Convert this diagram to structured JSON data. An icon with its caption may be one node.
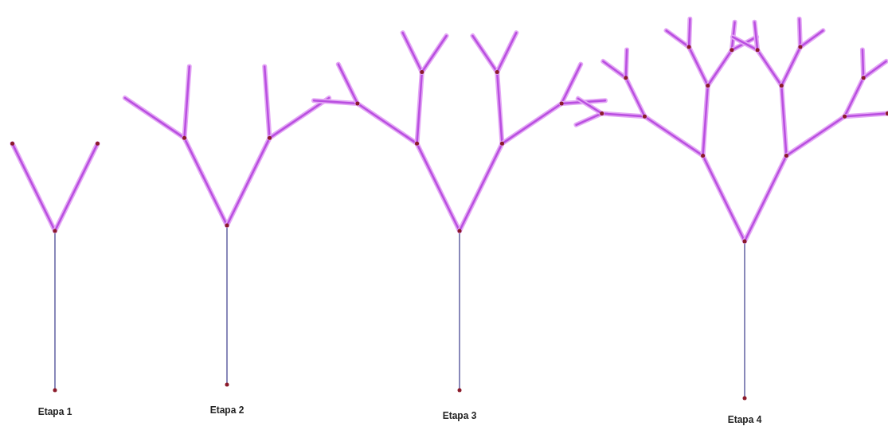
{
  "diagram": {
    "labels": [
      "Etapa 1",
      "Etapa 2",
      "Etapa 3",
      "Etapa 4"
    ]
  }
}
